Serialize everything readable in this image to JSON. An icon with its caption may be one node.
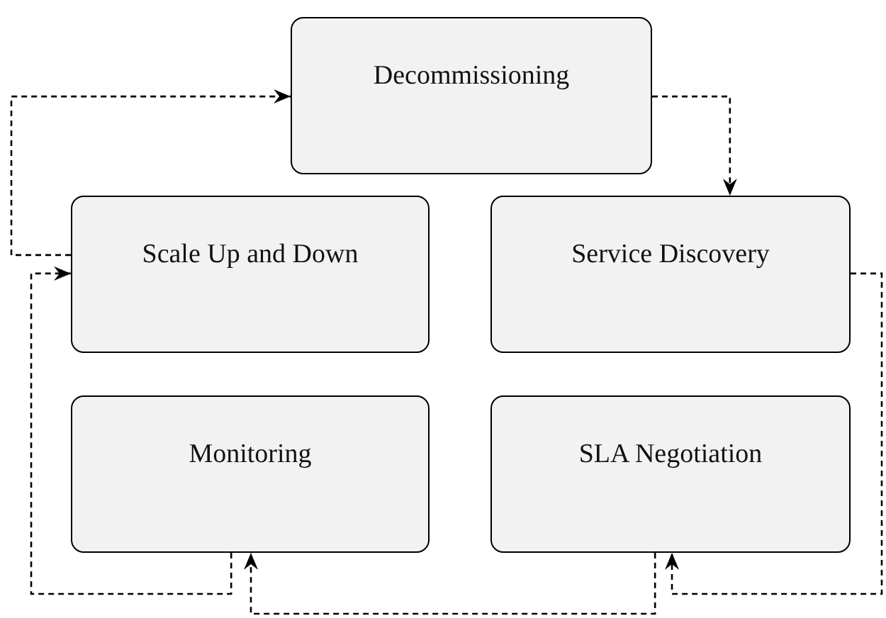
{
  "diagram": {
    "nodes": [
      {
        "text": [
          "Decommissioning"
        ]
      },
      {
        "text": [
          "Scale Up and Down"
        ]
      },
      {
        "text": [
          "Service Discovery"
        ]
      },
      {
        "text": [
          "Monitoring"
        ]
      },
      {
        "text": [
          "SLA Negotiation"
        ]
      }
    ],
    "edges": [
      {
        "from": 1,
        "to": 0,
        "arrow": "to",
        "style": "dashed"
      },
      {
        "from": 0,
        "to": 2,
        "arrow": "to",
        "style": "dashed"
      },
      {
        "from": 2,
        "to": 4,
        "arrow": "to",
        "style": "dashed"
      },
      {
        "from": 4,
        "to": 3,
        "arrow": "to",
        "style": "dashed"
      },
      {
        "from": 3,
        "to": 1,
        "arrow": "to",
        "style": "dashed"
      }
    ]
  }
}
